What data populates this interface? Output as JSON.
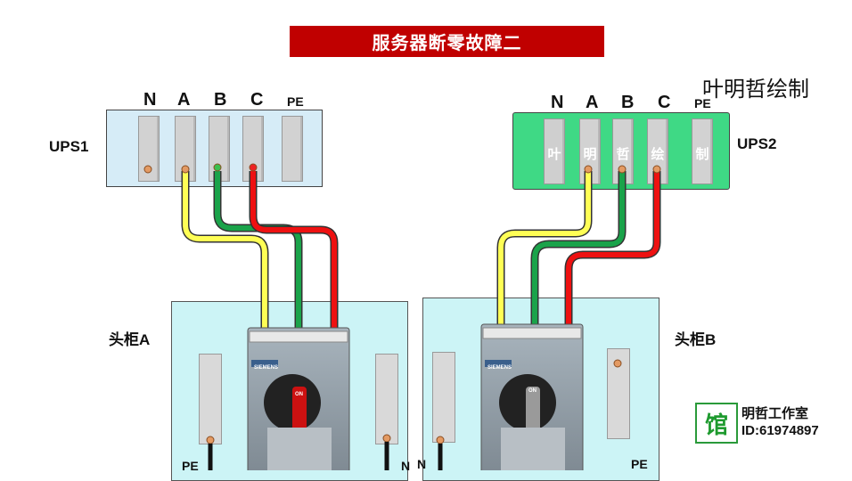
{
  "title": "服务器断零故障二",
  "author": "叶明哲绘制",
  "ups1": {
    "label": "UPS1",
    "phases": [
      "N",
      "A",
      "B",
      "C",
      "PE"
    ]
  },
  "ups2": {
    "label": "UPS2",
    "phases": [
      "N",
      "A",
      "B",
      "C",
      "PE"
    ],
    "terminal_chars": [
      "叶",
      "明",
      "哲",
      "绘",
      "制"
    ]
  },
  "cabinet_a": {
    "label": "头柜A",
    "pe_label": "PE",
    "n_label": "N",
    "breaker_brand": "SIEMENS",
    "breaker_on": "ON"
  },
  "cabinet_b": {
    "label": "头柜B",
    "n_label": "N",
    "pe_label": "PE",
    "breaker_brand": "SIEMENS",
    "breaker_on": "ON"
  },
  "studio": {
    "stamp": "馆",
    "name": "明哲工作室",
    "id": "ID:61974897"
  },
  "colors": {
    "title_bg": "#c00000",
    "ups1_bg": "#d6ecf7",
    "ups2_bg": "#3fd985",
    "cabinet_bg": "#ccf4f6",
    "wire_a": "#ffff55",
    "wire_b": "#1aa34a",
    "wire_c": "#ee1111"
  }
}
